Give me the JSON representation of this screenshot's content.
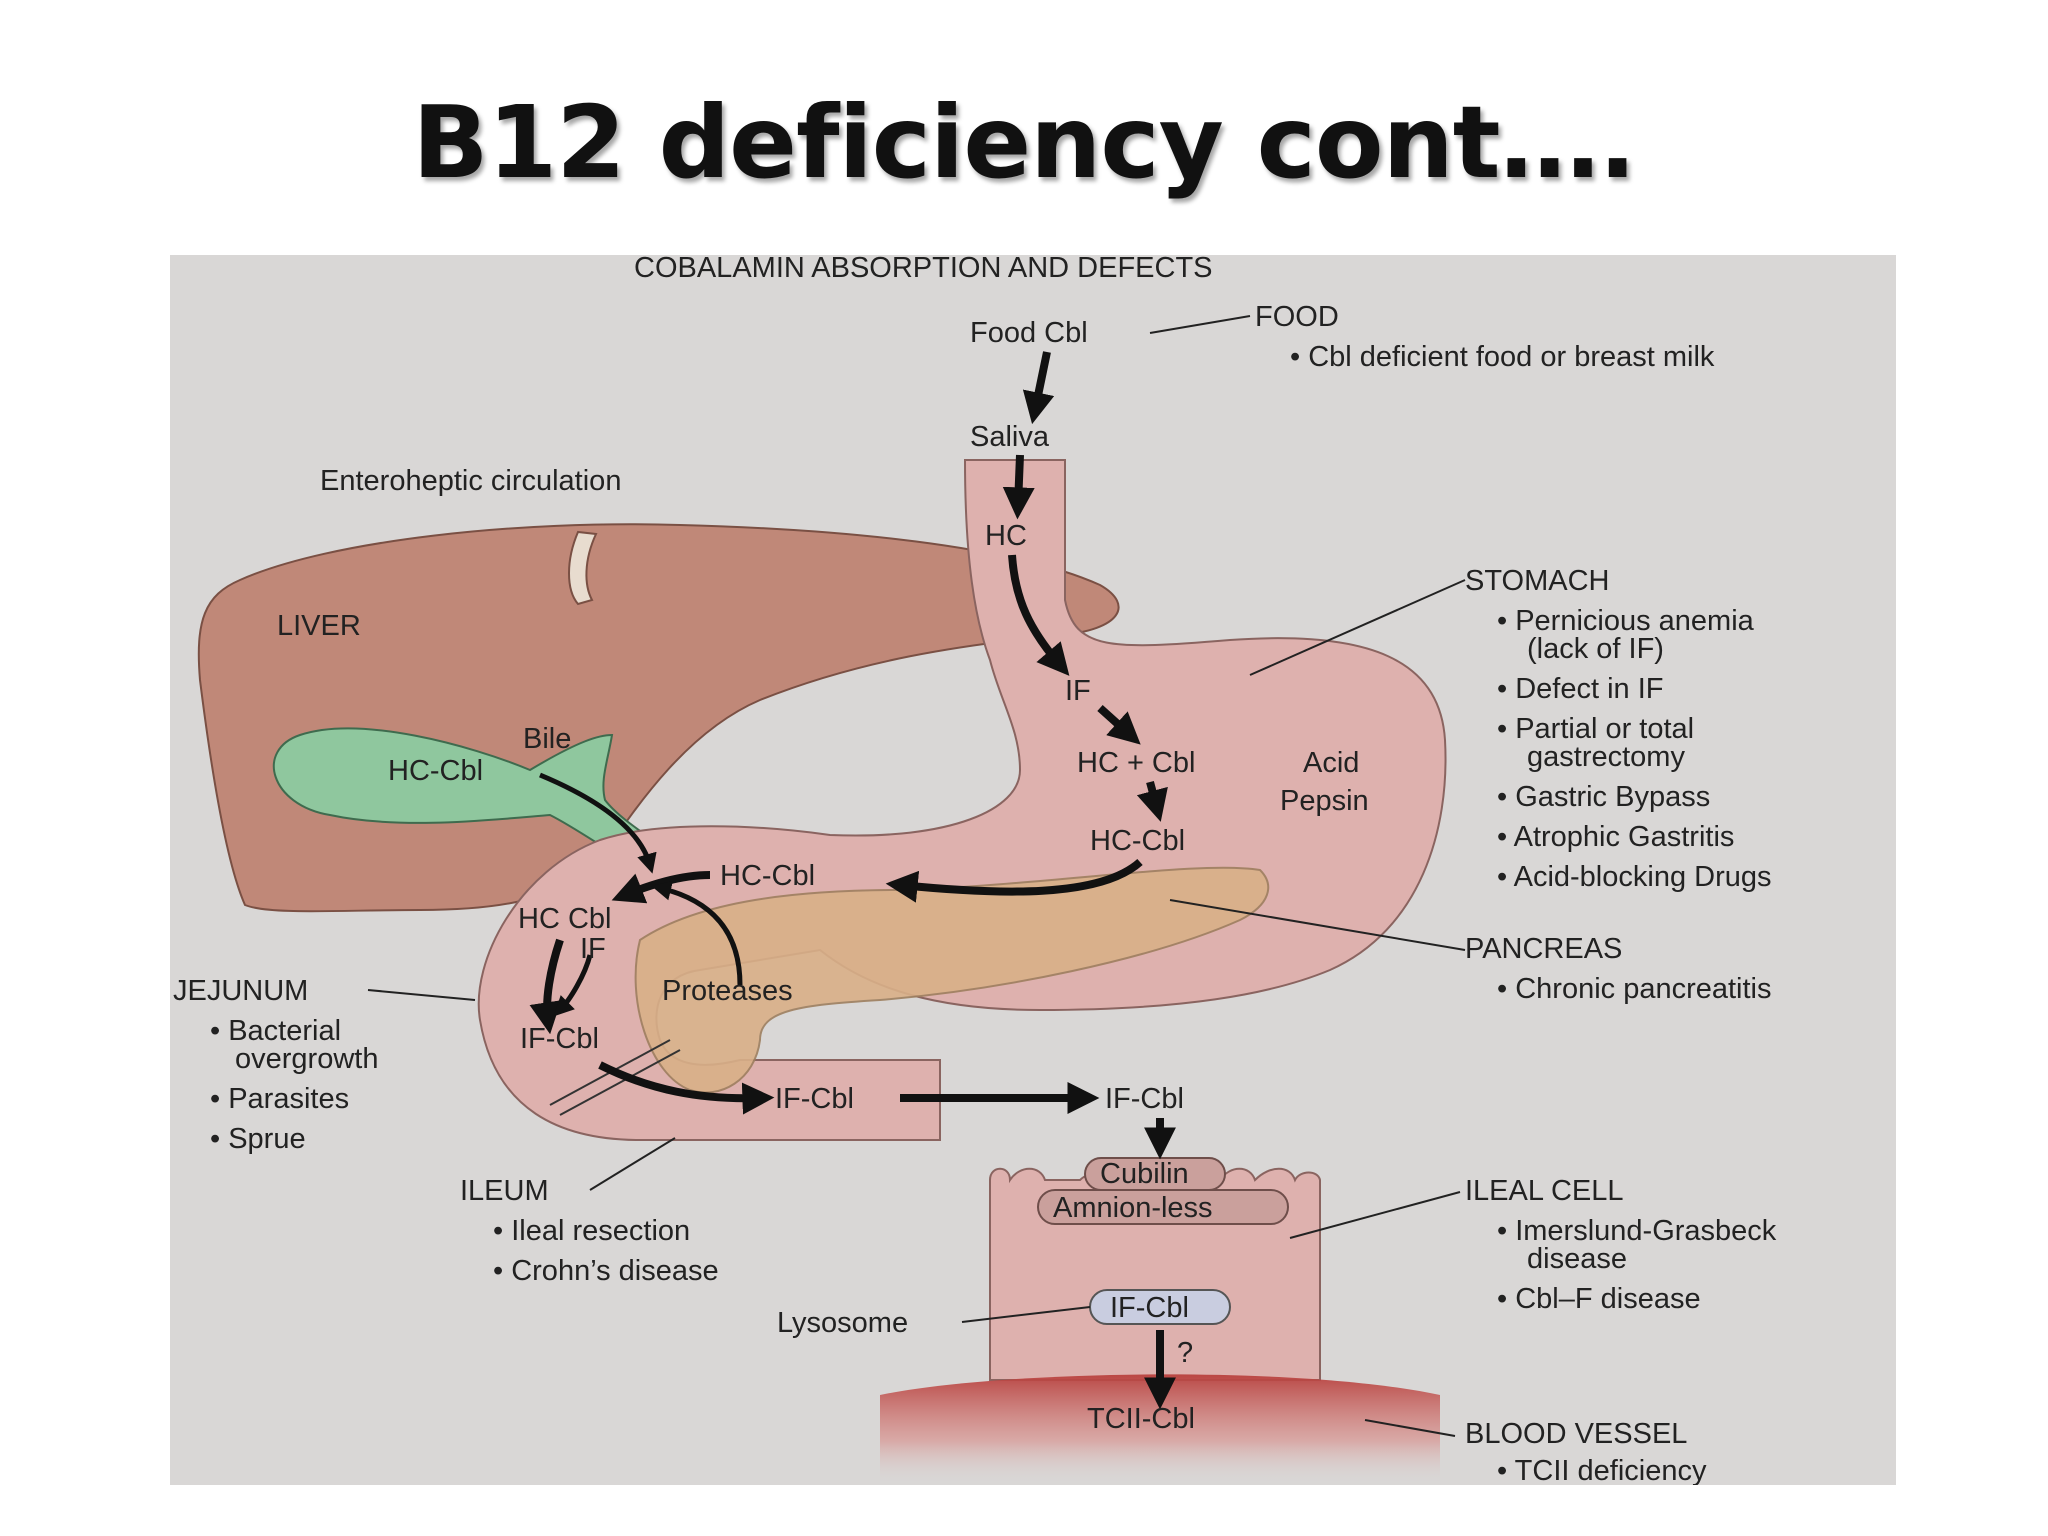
{
  "slide": {
    "title": "B12 deficiency cont…."
  },
  "figure": {
    "heading": "COBALAMIN ABSORPTION AND DEFECTS",
    "flow": {
      "food_cbl": "Food Cbl",
      "saliva": "Saliva",
      "hc": "HC",
      "if": "IF",
      "hc_plus_cbl": "HC + Cbl",
      "hc_cbl_stomach": "HC-Cbl",
      "acid": "Acid",
      "pepsin": "Pepsin",
      "hc_cbl_duodenum": "HC-Cbl",
      "hc_cbl_jejunum": "HC Cbl",
      "if_jejunum": "IF",
      "if_cbl_jejunum": "IF-Cbl",
      "proteases": "Proteases",
      "if_cbl_ileum": "IF-Cbl",
      "if_cbl_receptor": "IF-Cbl",
      "cubilin": "Cubilin",
      "amnionless": "Amnion-less",
      "if_cbl_cell": "IF-Cbl",
      "question": "?",
      "tcii_cbl": "TCII-Cbl",
      "bile": "Bile",
      "hc_cbl_bile": "HC-Cbl",
      "lysosome": "Lysosome",
      "enterohepatic": "Enteroheptic circulation",
      "liver": "LIVER"
    },
    "defects": {
      "food": {
        "header": "FOOD",
        "items": [
          "• Cbl deficient food or breast milk"
        ]
      },
      "stomach": {
        "header": "STOMACH",
        "items": [
          "• Pernicious anemia",
          "(lack of IF)",
          "• Defect in IF",
          "• Partial or total",
          "gastrectomy",
          "• Gastric Bypass",
          "• Atrophic Gastritis",
          "• Acid-blocking Drugs"
        ]
      },
      "pancreas": {
        "header": "PANCREAS",
        "items": [
          "• Chronic pancreatitis"
        ]
      },
      "jejunum": {
        "header": "JEJUNUM",
        "items": [
          "• Bacterial",
          "overgrowth",
          "• Parasites",
          "• Sprue"
        ]
      },
      "ileum": {
        "header": "ILEUM",
        "items": [
          "• Ileal resection",
          "• Crohn’s disease"
        ]
      },
      "ileal_cell": {
        "header": "ILEAL CELL",
        "items": [
          "• Imerslund-Grasbeck",
          "disease",
          "• Cbl–F disease"
        ]
      },
      "blood_vessel": {
        "header": "BLOOD VESSEL",
        "items": [
          "• TCII deficiency"
        ]
      }
    },
    "colors": {
      "panel_bg": "#d9d7d6",
      "liver": "#c08878",
      "gallbladder": "#8fc79e",
      "gut": "#deb1ae",
      "pancreas": "#d9b088",
      "blood": "#c0504d",
      "lysosome": "#c9cde0"
    }
  }
}
